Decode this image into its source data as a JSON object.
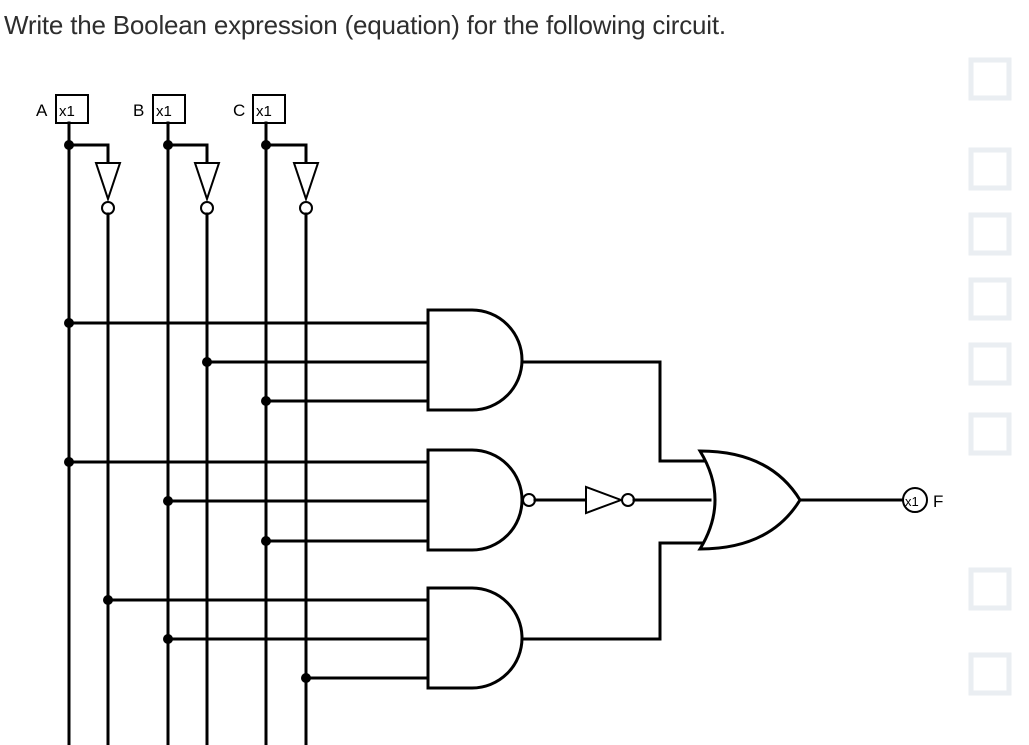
{
  "question": "Write the Boolean expression (equation) for the following circuit.",
  "inputs": [
    {
      "name": "A",
      "box": "x1"
    },
    {
      "name": "B",
      "box": "x1"
    },
    {
      "name": "C",
      "box": "x1"
    }
  ],
  "output": {
    "name": "F",
    "probe": "x1"
  },
  "gates": [
    "AND",
    "NAND",
    "AND",
    "NOT",
    "OR"
  ]
}
